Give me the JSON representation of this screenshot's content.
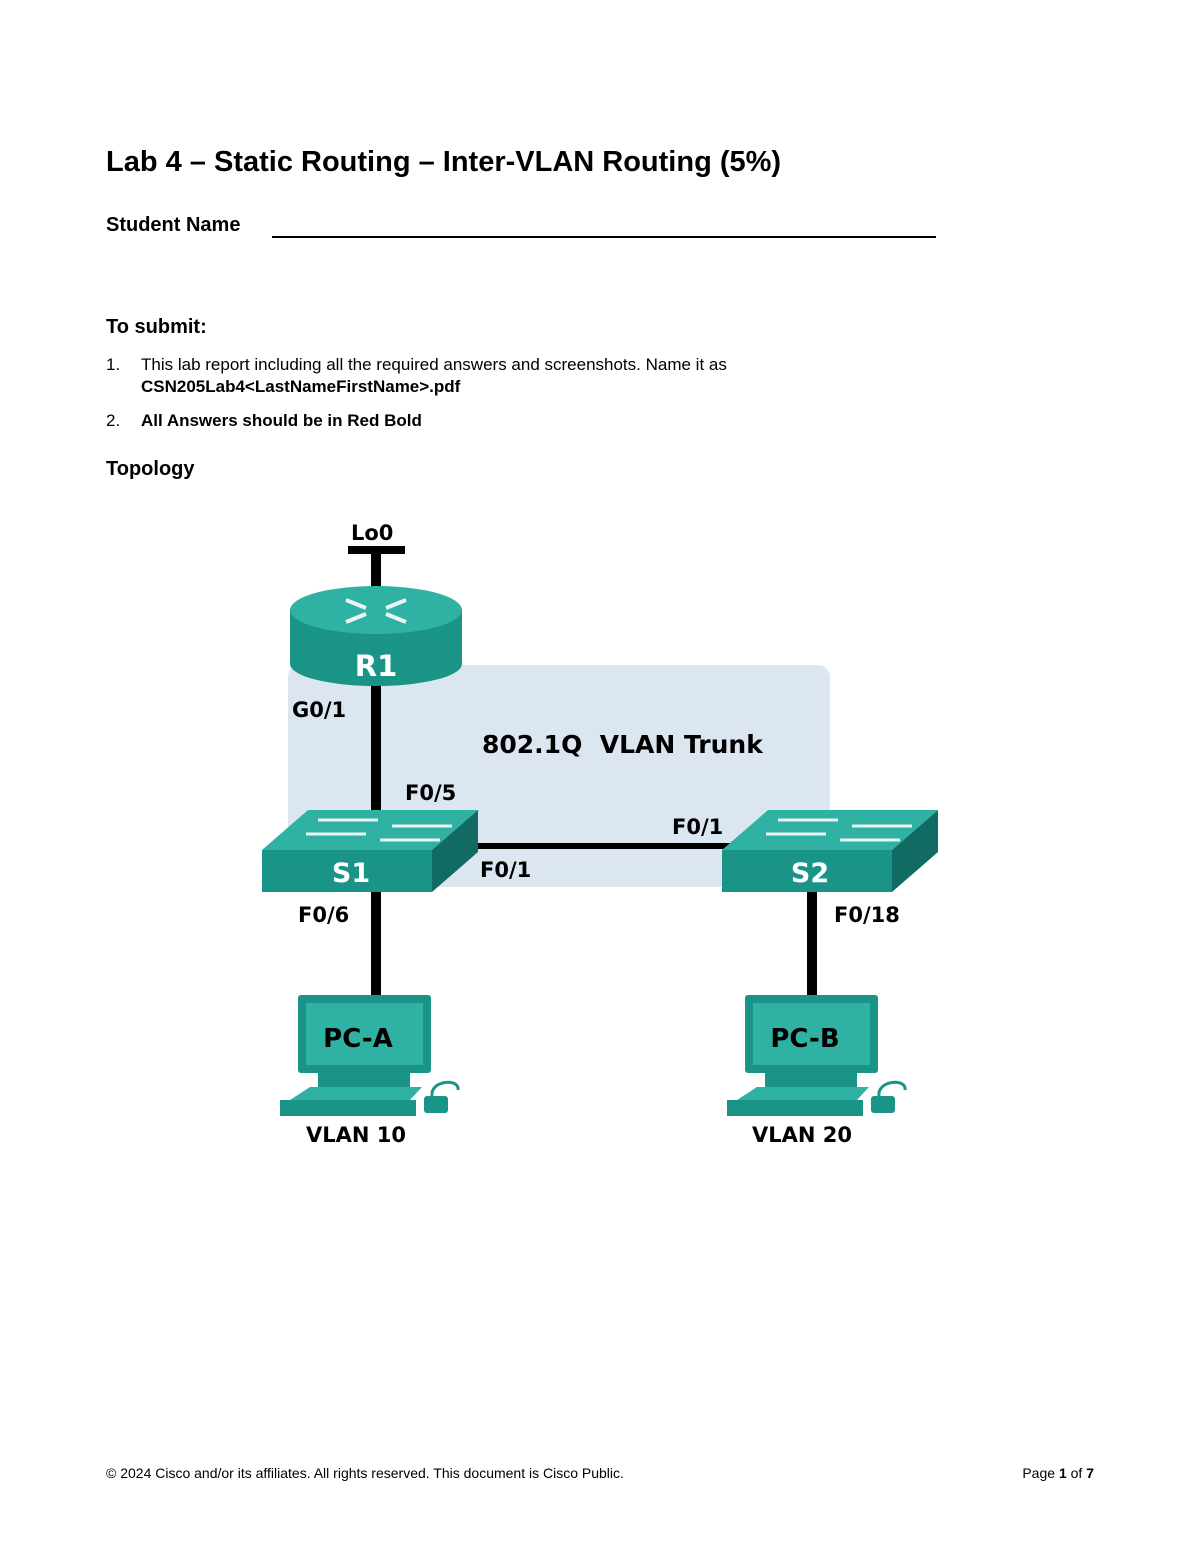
{
  "document": {
    "title": "Lab 4 – Static Routing – Inter-VLAN Routing (5%)",
    "student_name_label": "Student Name",
    "to_submit_heading": "To submit:",
    "items": [
      {
        "number": "1.",
        "line1": "This lab report including all the required answers and screenshots. Name it as",
        "line2": "CSN205Lab4<LastNameFirstName>.pdf"
      },
      {
        "number": "2.",
        "line1": "All Answers should be in Red Bold"
      }
    ],
    "topology_heading": "Topology"
  },
  "diagram": {
    "colors": {
      "device": "#1b9488",
      "device_dark": "#116b63",
      "device_top": "#2fb2a3",
      "trunk_box": "#dce6f1",
      "link": "#000000"
    },
    "labels": {
      "loopback": "Lo0",
      "router": "R1",
      "router_port": "G0/1",
      "trunk": "802.1Q  VLAN Trunk",
      "s1_up_port": "F0/5",
      "s1_right_port": "F0/1",
      "s2_left_port": "F0/1",
      "switch1": "S1",
      "switch2": "S2",
      "s1_down_port": "F0/6",
      "s2_down_port": "F0/18",
      "pc_a": "PC-A",
      "pc_b": "PC-B",
      "vlan_a": "VLAN 10",
      "vlan_b": "VLAN 20"
    }
  },
  "footer": {
    "copyright": "© 2024 Cisco and/or its affiliates. All rights reserved. This document is Cisco Public.",
    "page_prefix": "Page",
    "page_current": "1",
    "page_of": "of",
    "page_total": "7"
  }
}
